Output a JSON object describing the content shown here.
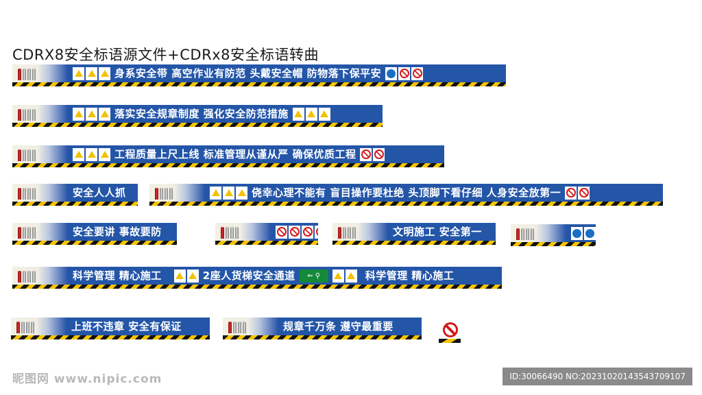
{
  "title": "CDRX8安全标语源文件+CDRx8安全标语转曲",
  "banners": {
    "b1": {
      "text": "身系安全带   高空作业有防范   头戴安全帽   防物落下保平安"
    },
    "b2": {
      "text": "落实安全规章制度   强化安全防范措施"
    },
    "b3": {
      "text": "工程质量上尺上线   标准管理从谨从严   确保优质工程"
    },
    "b4": {
      "text": "安全人人抓"
    },
    "b5": {
      "text": "侥幸心理不能有   盲目操作要杜绝   头顶脚下看仔细   人身安全放第一"
    },
    "b6": {
      "text": "安全要讲   事故要防"
    },
    "b7": {
      "text": ""
    },
    "b8": {
      "text": "文明施工   安全第一"
    },
    "b9": {
      "text": ""
    },
    "b10": {
      "text_a": "科学管理   精心施工",
      "text_b": "2座人货梯安全通道",
      "text_c": "科学管理   精心施工",
      "exit_sign": "⇐  ⚲"
    },
    "b11": {
      "text": "上班不违章   安全有保证"
    },
    "b12": {
      "text": "规章千万条   遵守最重要"
    }
  },
  "watermark": {
    "left": "昵图网 www.nipic.com",
    "right": "ID:30066490 NO:20231020143543709107"
  },
  "colors": {
    "banner_blue": "#2456a8",
    "warning_yellow": "#f2c200",
    "prohibit_red": "#d21a1a",
    "mandatory_blue": "#1a6fc4",
    "exit_green": "#138a3a"
  }
}
